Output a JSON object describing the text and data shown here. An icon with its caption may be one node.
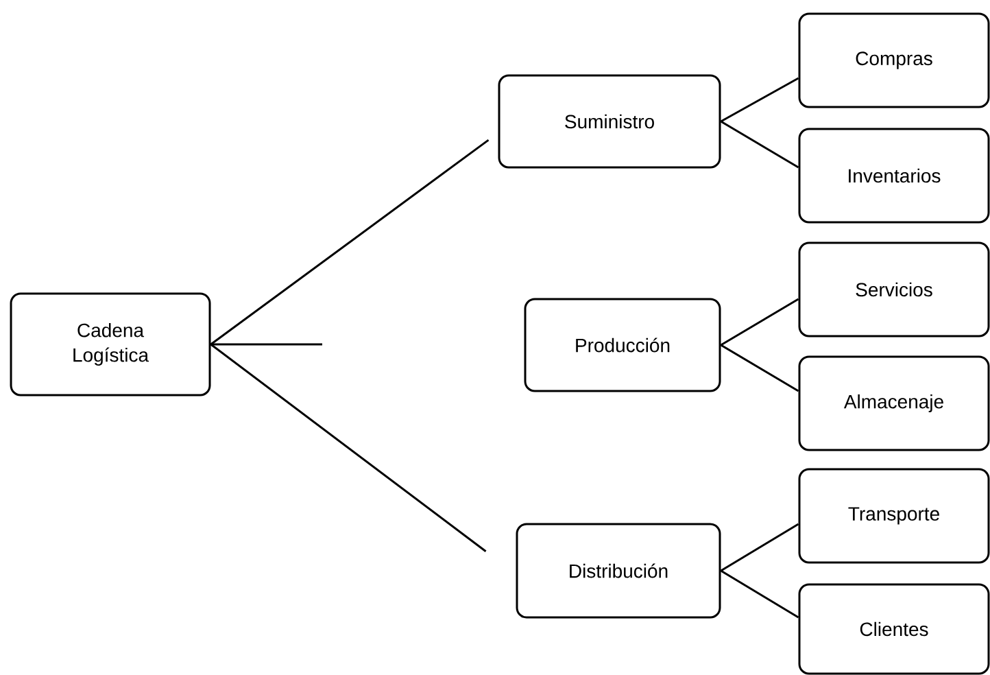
{
  "diagram": {
    "nodes": [
      {
        "text": [
          "Cadena Logística"
        ]
      },
      {
        "text": [
          "Suministro"
        ]
      },
      {
        "text": [
          "Producción"
        ]
      },
      {
        "text": [
          "Distribución"
        ]
      },
      {
        "text": [
          "Compras"
        ]
      },
      {
        "text": [
          "Inventarios"
        ]
      },
      {
        "text": [
          "Servicios"
        ]
      },
      {
        "text": [
          "Almacenaje"
        ]
      },
      {
        "text": [
          "Transporte"
        ]
      },
      {
        "text": [
          "Clientes"
        ]
      }
    ],
    "edges": [
      {
        "from": 0,
        "to": 1,
        "arrow": "none"
      },
      {
        "from": 0,
        "to": null,
        "arrow": "none"
      },
      {
        "from": 0,
        "to": 3,
        "arrow": "none"
      },
      {
        "from": 1,
        "to": 4,
        "arrow": "none"
      },
      {
        "from": 1,
        "to": 5,
        "arrow": "none"
      },
      {
        "from": 2,
        "to": 6,
        "arrow": "none"
      },
      {
        "from": 2,
        "to": 7,
        "arrow": "none"
      },
      {
        "from": 3,
        "to": 8,
        "arrow": "none"
      },
      {
        "from": 3,
        "to": 9,
        "arrow": "none"
      }
    ]
  }
}
